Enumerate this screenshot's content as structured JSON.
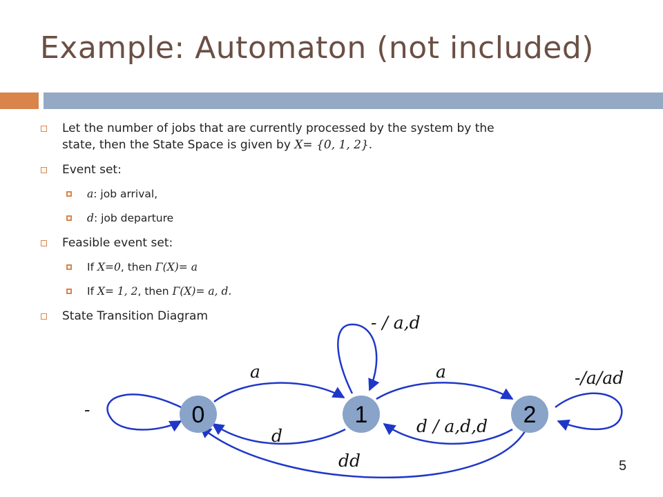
{
  "slide": {
    "title": "Example: Automaton (not included)",
    "page_number": "5",
    "accent_colors": {
      "title": "#6b4f44",
      "orange": "#d9844a",
      "blue_bar": "#93a9c4",
      "node_fill": "#89a3c9",
      "edge": "#1f37c9"
    }
  },
  "bullets": {
    "b1_line1": "Let the number of jobs that are currently processed by the system by the",
    "b1_line2": "state, then the State Space is given by",
    "b1_math": "X= {0, 1, 2}.",
    "b2": "Event set:",
    "b2a_sym": "a",
    "b2a_text": ": job arrival,",
    "b2b_sym": "d",
    "b2b_text": ": job departure",
    "b3": "Feasible event set:",
    "b3a_if": "If",
    "b3a_cond": "X=0",
    "b3a_then": ", then",
    "b3a_math": "Γ(X)= a",
    "b3b_if": "If",
    "b3b_cond": "X= 1, 2",
    "b3b_then": ", then",
    "b3b_math": "Γ(X)= a, d.",
    "b4": "State Transition Diagram"
  },
  "diagram": {
    "nodes": [
      {
        "id": "s0",
        "label": "0"
      },
      {
        "id": "s1",
        "label": "1"
      },
      {
        "id": "s2",
        "label": "2"
      }
    ],
    "edges": {
      "a_01": "a",
      "a_12": "a",
      "d_10": "d",
      "d_21": "d / a,d,d",
      "dd_20": "dd",
      "self_0": "-",
      "self_1": "- / a,d",
      "self_2": "-/a/ad"
    }
  }
}
